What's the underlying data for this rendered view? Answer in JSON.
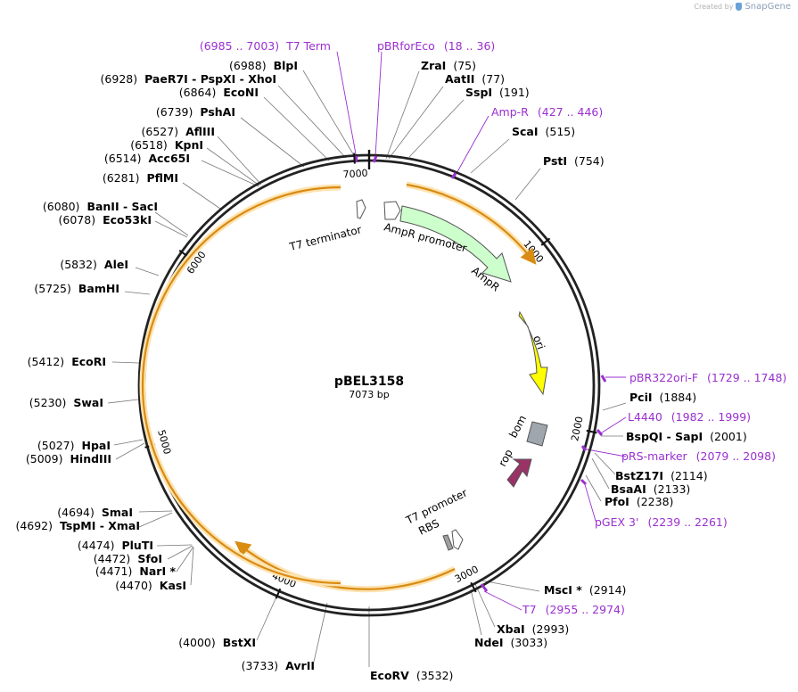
{
  "brand": {
    "created_by": "Created by",
    "app": "SnapGene"
  },
  "plasmid": {
    "name": "pBEL3158",
    "size_label": "7073 bp",
    "length": 7073
  },
  "tick_labels": [
    {
      "bp": 1000,
      "text": "1000"
    },
    {
      "bp": 2000,
      "text": "2000"
    },
    {
      "bp": 3000,
      "text": "3000"
    },
    {
      "bp": 4000,
      "text": "4000"
    },
    {
      "bp": 5000,
      "text": "5000"
    },
    {
      "bp": 6000,
      "text": "6000"
    },
    {
      "bp": 7000,
      "text": "7000"
    }
  ],
  "enzymes_right": [
    {
      "name": "ZraI",
      "pos": "(75)",
      "bp": 75
    },
    {
      "name": "AatII",
      "pos": "(77)",
      "bp": 77
    },
    {
      "name": "SspI",
      "pos": "(191)",
      "bp": 191
    },
    {
      "name": "ScaI",
      "pos": "(515)",
      "bp": 515
    },
    {
      "name": "PstI",
      "pos": "(754)",
      "bp": 754
    },
    {
      "name": "PciI",
      "pos": "(1884)",
      "bp": 1884
    },
    {
      "name": "BspQI  - SapI",
      "pos": "(2001)",
      "bp": 2001
    },
    {
      "name": "BstZ17I",
      "pos": "(2114)",
      "bp": 2114
    },
    {
      "name": "BsaAI",
      "pos": "(2133)",
      "bp": 2133
    },
    {
      "name": "PfoI",
      "pos": "(2238)",
      "bp": 2238
    },
    {
      "name": "MscI *",
      "pos": "(2914)",
      "bp": 2914
    },
    {
      "name": "XbaI",
      "pos": "(2993)",
      "bp": 2993
    },
    {
      "name": "NdeI",
      "pos": "(3033)",
      "bp": 3033
    },
    {
      "name": "EcoRV",
      "pos": "(3532)",
      "bp": 3532
    }
  ],
  "enzymes_left": [
    {
      "name": "BlpI",
      "pos": "(6988)",
      "bp": 6988
    },
    {
      "name": "PaeR7I  - PspXI  - XhoI",
      "pos": "(6928)",
      "bp": 6928
    },
    {
      "name": "EcoNI",
      "pos": "(6864)",
      "bp": 6864
    },
    {
      "name": "PshAI",
      "pos": "(6739)",
      "bp": 6739
    },
    {
      "name": "AflIII",
      "pos": "(6527)",
      "bp": 6527
    },
    {
      "name": "KpnI",
      "pos": "(6518)",
      "bp": 6518
    },
    {
      "name": "Acc65I",
      "pos": "(6514)",
      "bp": 6514
    },
    {
      "name": "PflMI",
      "pos": "(6281)",
      "bp": 6281
    },
    {
      "name": "BanII  - SacI",
      "pos": "(6080)",
      "bp": 6080
    },
    {
      "name": "Eco53kI",
      "pos": "(6078)",
      "bp": 6078
    },
    {
      "name": "AleI",
      "pos": "(5832)",
      "bp": 5832
    },
    {
      "name": "BamHI",
      "pos": "(5725)",
      "bp": 5725
    },
    {
      "name": "EcoRI",
      "pos": "(5412)",
      "bp": 5412
    },
    {
      "name": "SwaI",
      "pos": "(5230)",
      "bp": 5230
    },
    {
      "name": "HpaI",
      "pos": "(5027)",
      "bp": 5027
    },
    {
      "name": "HindIII",
      "pos": "(5009)",
      "bp": 5009
    },
    {
      "name": "SmaI",
      "pos": "(4694)",
      "bp": 4694
    },
    {
      "name": "TspMI  - XmaI",
      "pos": "(4692)",
      "bp": 4692
    },
    {
      "name": "PluTI",
      "pos": "(4474)",
      "bp": 4474
    },
    {
      "name": "SfoI",
      "pos": "(4472)",
      "bp": 4472
    },
    {
      "name": "NarI *",
      "pos": "(4471)",
      "bp": 4471
    },
    {
      "name": "KasI",
      "pos": "(4470)",
      "bp": 4470
    },
    {
      "name": "BstXI",
      "pos": "(4000)",
      "bp": 4000
    },
    {
      "name": "AvrII",
      "pos": "(3733)",
      "bp": 3733
    }
  ],
  "primers": [
    {
      "name": "T7 Term",
      "range": "(6985 .. 7003)",
      "bp": 6994
    },
    {
      "name": "pBRforEco",
      "range": "(18 .. 36)",
      "bp": 27
    },
    {
      "name": "Amp-R",
      "range": "(427 .. 446)",
      "bp": 436
    },
    {
      "name": "pBR322ori-F",
      "range": "(1729 .. 1748)",
      "bp": 1738
    },
    {
      "name": "L4440",
      "range": "(1982 .. 1999)",
      "bp": 1990
    },
    {
      "name": "pRS-marker",
      "range": "(2079 .. 2098)",
      "bp": 2088
    },
    {
      "name": "pGEX 3'",
      "range": "(2239 .. 2261)",
      "bp": 2250
    },
    {
      "name": "T7",
      "range": "(2955 .. 2974)",
      "bp": 2964
    }
  ],
  "features": [
    {
      "name": "T7 terminator",
      "color": "#ffffff"
    },
    {
      "name": "AmpR promoter",
      "color": "#ffffff"
    },
    {
      "name": "AmpR",
      "color": "#ccffcc"
    },
    {
      "name": "ori",
      "color": "#ffff00"
    },
    {
      "name": "bom",
      "color": "#a0a6ae"
    },
    {
      "name": "rop",
      "color": "#993366"
    },
    {
      "name": "T7 promoter",
      "color": "#ffffff"
    },
    {
      "name": "RBS",
      "color": "#a0a0a0"
    }
  ],
  "colors": {
    "primer": "#9a2fd0",
    "orf": "#f5a623",
    "orf_glow": "#fde3b0"
  }
}
